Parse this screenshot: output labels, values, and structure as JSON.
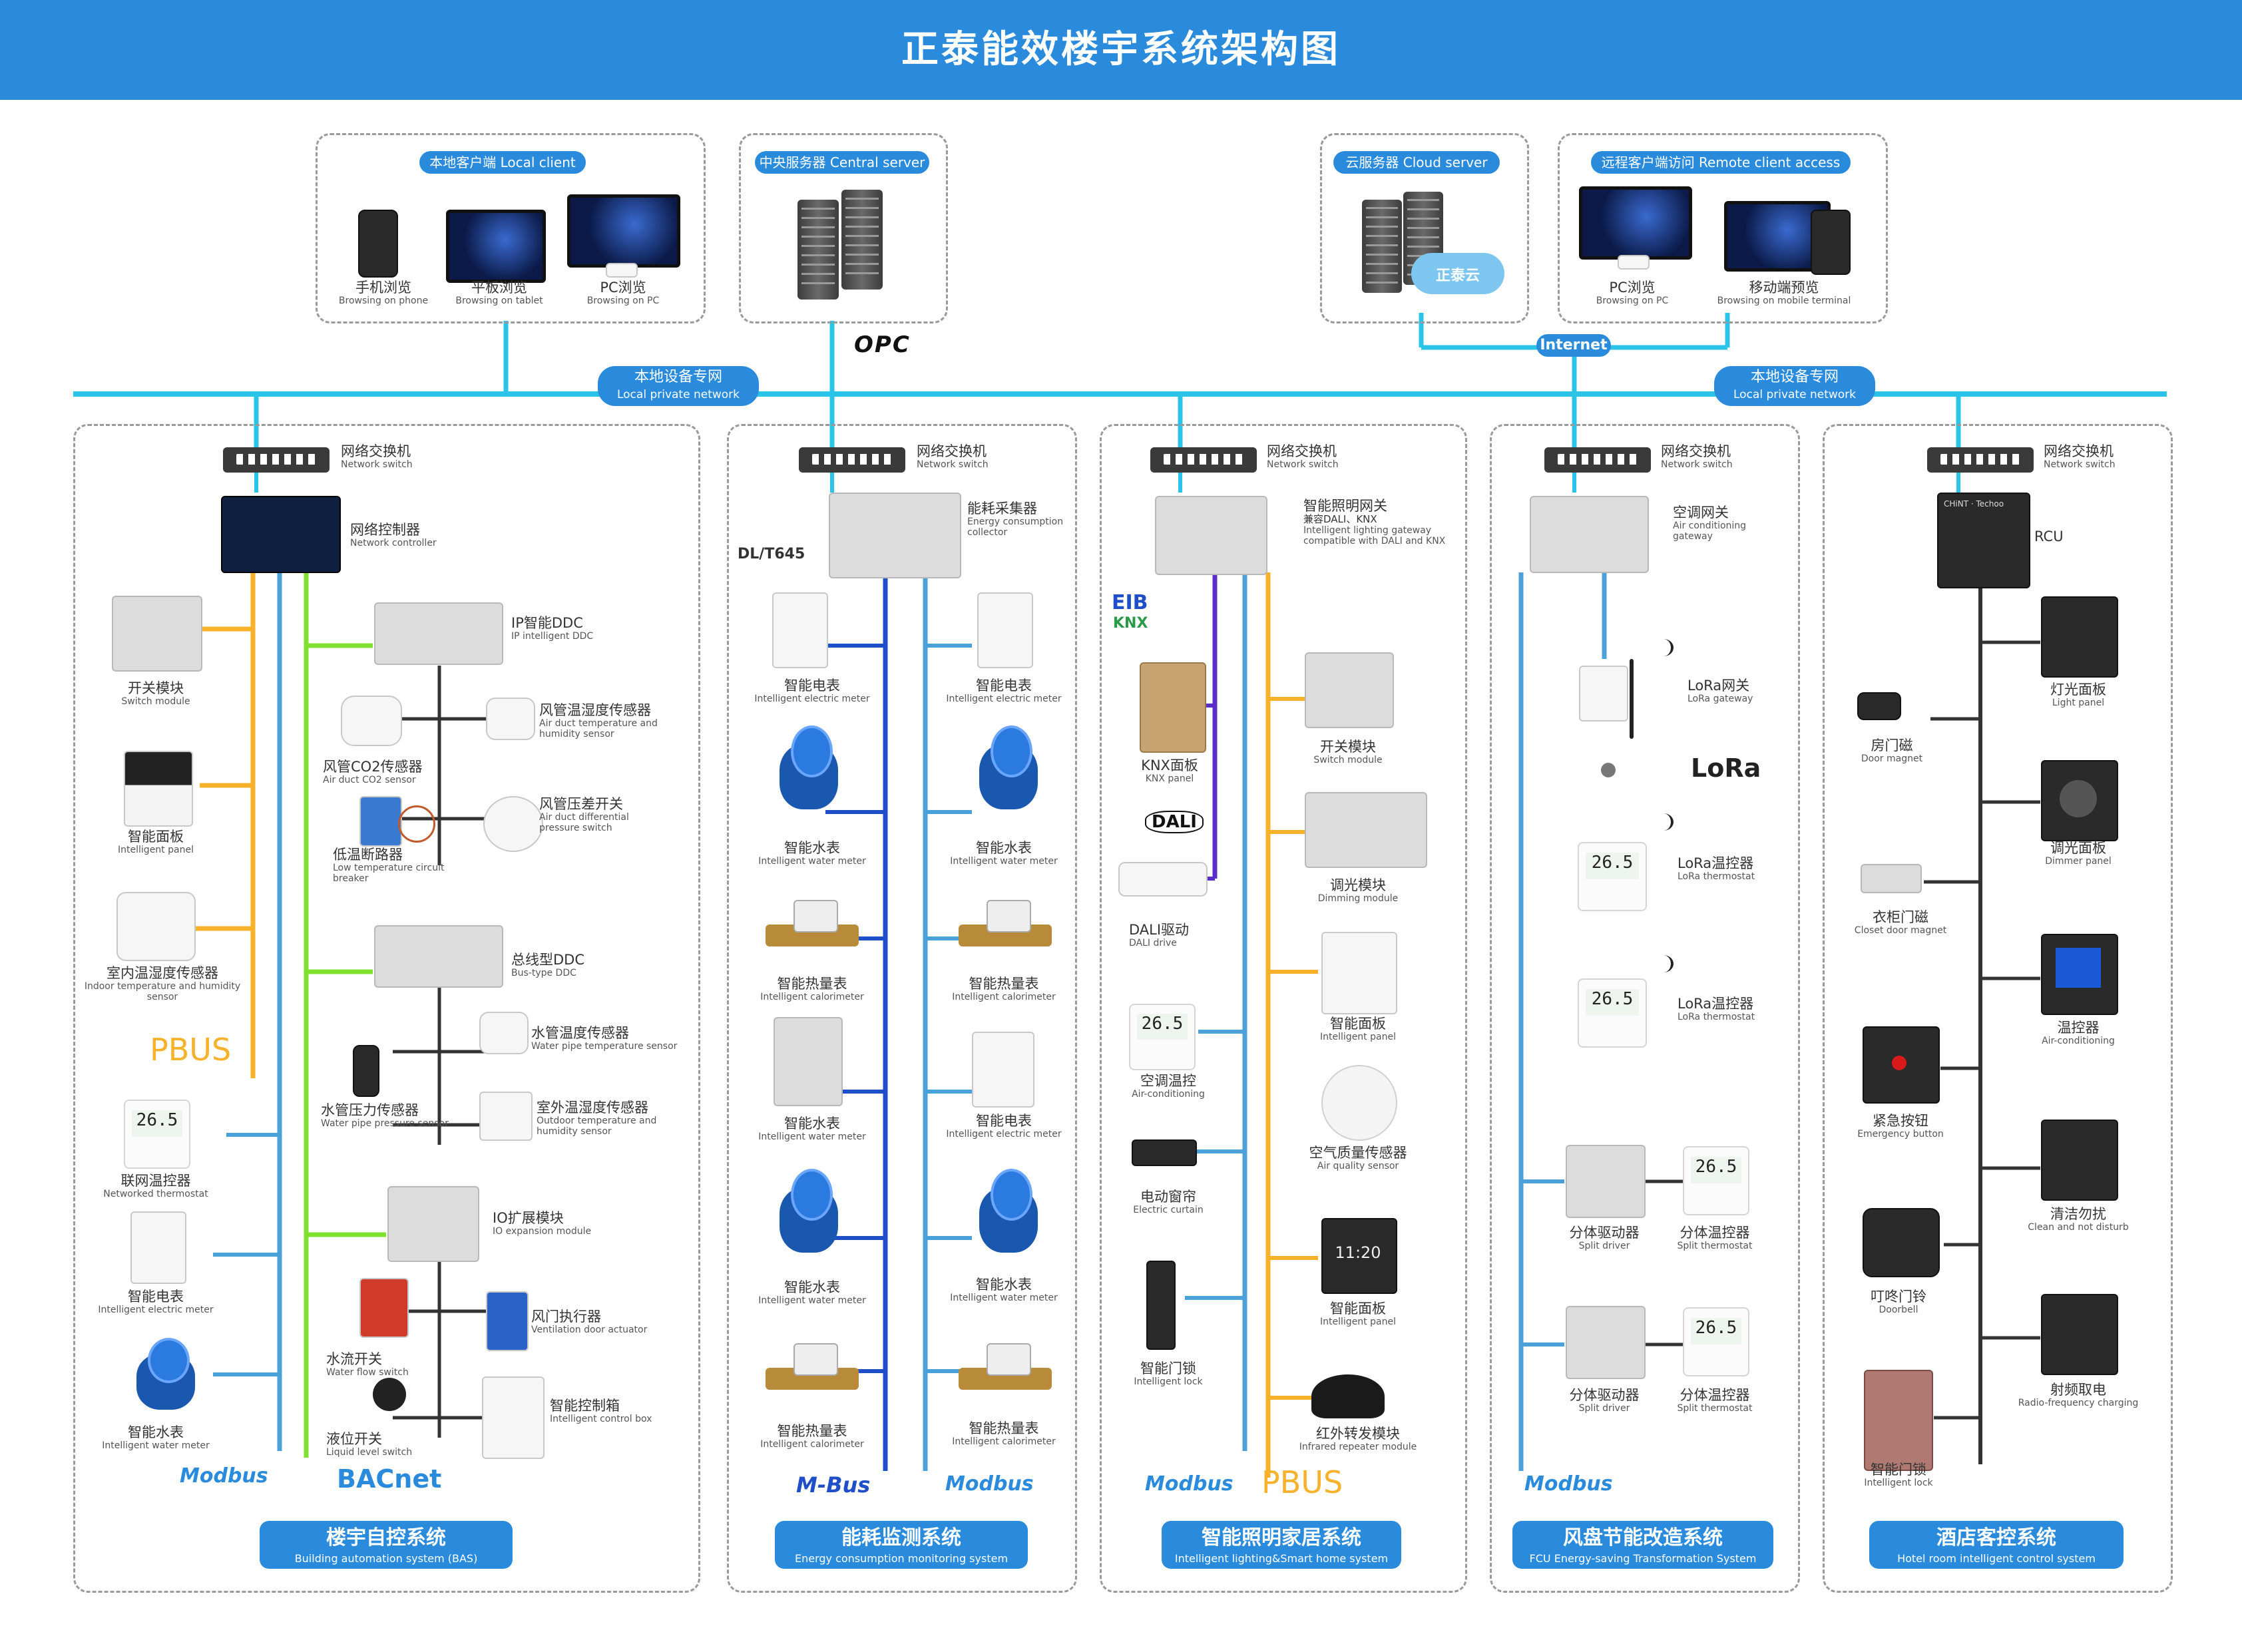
{
  "title": "正泰能效楼宇系统架构图",
  "top": {
    "local_client": {
      "badge": "本地客户端 Local client",
      "items": [
        {
          "cn": "手机浏览",
          "en": "Browsing on phone"
        },
        {
          "cn": "平板浏览",
          "en": "Browsing on tablet"
        },
        {
          "cn": "PC浏览",
          "en": "Browsing on PC"
        }
      ]
    },
    "central_server": {
      "badge": "中央服务器 Central server"
    },
    "opc": "OPC",
    "cloud_server": {
      "badge": "云服务器 Cloud server",
      "cloud": "正泰云"
    },
    "remote_client": {
      "badge": "远程客户端访问 Remote client access",
      "items": [
        {
          "cn": "PC浏览",
          "en": "Browsing on PC"
        },
        {
          "cn": "移动端预览",
          "en": "Browsing on mobile terminal"
        }
      ]
    },
    "internet": "Internet",
    "private_net_1": {
      "cn": "本地设备专网",
      "en": "Local private network"
    },
    "private_net_2": {
      "cn": "本地设备专网",
      "en": "Local private network"
    }
  },
  "switch_label": {
    "cn": "网络交换机",
    "en": "Network switch"
  },
  "bas": {
    "footer": {
      "cn": "楼宇自控系统",
      "en": "Building automation system (BAS)"
    },
    "controller": {
      "cn": "网络控制器",
      "en": "Network controller"
    },
    "switch_module": {
      "cn": "开关模块",
      "en": "Switch module"
    },
    "intelligent_panel": {
      "cn": "智能面板",
      "en": "Intelligent panel"
    },
    "indoor_sensor": {
      "cn": "室内温湿度传感器",
      "en": "Indoor temperature and humidity sensor"
    },
    "pbus": "PBUS",
    "networked_thermostat": {
      "cn": "联网温控器",
      "en": "Networked thermostat"
    },
    "electric_meter": {
      "cn": "智能电表",
      "en": "Intelligent electric meter"
    },
    "water_meter": {
      "cn": "智能水表",
      "en": "Intelligent water meter"
    },
    "modbus": "Modbus",
    "bacnet": "BACnet",
    "ip_ddc": {
      "cn": "IP智能DDC",
      "en": "IP intelligent DDC"
    },
    "duct_th": {
      "cn": "风管温湿度传感器",
      "en": "Air duct temperature and humidity sensor"
    },
    "duct_co2": {
      "cn": "风管CO2传感器",
      "en": "Air duct CO2 sensor"
    },
    "duct_dp": {
      "cn": "风管压差开关",
      "en": "Air duct differential pressure switch"
    },
    "low_temp_breaker": {
      "cn": "低温断路器",
      "en": "Low temperature circuit breaker"
    },
    "bus_ddc": {
      "cn": "总线型DDC",
      "en": "Bus-type DDC"
    },
    "pipe_temp": {
      "cn": "水管温度传感器",
      "en": "Water pipe temperature sensor"
    },
    "pipe_pressure": {
      "cn": "水管压力传感器",
      "en": "Water pipe pressure sensor"
    },
    "outdoor_th": {
      "cn": "室外温湿度传感器",
      "en": "Outdoor temperature and humidity sensor"
    },
    "io_module": {
      "cn": "IO扩展模块",
      "en": "IO expansion module"
    },
    "vent_actuator": {
      "cn": "风门执行器",
      "en": "Ventilation door actuator"
    },
    "water_flow": {
      "cn": "水流开关",
      "en": "Water flow switch"
    },
    "control_box": {
      "cn": "智能控制箱",
      "en": "Intelligent control box"
    },
    "level_switch": {
      "cn": "液位开关",
      "en": "Liquid level switch"
    }
  },
  "ems": {
    "footer": {
      "cn": "能耗监测系统",
      "en": "Energy consumption monitoring system"
    },
    "collector": {
      "cn": "能耗采集器",
      "en": "Energy consumption collector"
    },
    "dlt645": "DL/T645",
    "mbus": "M-Bus",
    "modbus": "Modbus",
    "left": [
      {
        "cn": "智能电表",
        "en": "Intelligent electric meter"
      },
      {
        "cn": "智能水表",
        "en": "Intelligent water meter"
      },
      {
        "cn": "智能热量表",
        "en": "Intelligent calorimeter"
      },
      {
        "cn": "智能水表",
        "en": "Intelligent water meter"
      },
      {
        "cn": "智能水表",
        "en": "Intelligent water meter"
      },
      {
        "cn": "智能热量表",
        "en": "Intelligent calorimeter"
      }
    ],
    "right": [
      {
        "cn": "智能电表",
        "en": "Intelligent electric meter"
      },
      {
        "cn": "智能水表",
        "en": "Intelligent water meter"
      },
      {
        "cn": "智能热量表",
        "en": "Intelligent calorimeter"
      },
      {
        "cn": "智能电表",
        "en": "Intelligent electric meter"
      },
      {
        "cn": "智能水表",
        "en": "Intelligent water meter"
      },
      {
        "cn": "智能热量表",
        "en": "Intelligent calorimeter"
      }
    ]
  },
  "lighting": {
    "footer": {
      "cn": "智能照明家居系统",
      "en": "Intelligent lighting&Smart home system"
    },
    "gateway": {
      "cn": "智能照明网关",
      "cn2": "兼容DALI、KNX",
      "en": "Intelligent lighting gateway compatible with DALI and KNX"
    },
    "eib": "EIB",
    "knx": "KNX",
    "dali": "DALI",
    "knx_panel": {
      "cn": "KNX面板",
      "en": "KNX panel"
    },
    "dali_drive": {
      "cn": "DALI驱动",
      "en": "DALI drive"
    },
    "ac": {
      "cn": "空调温控",
      "en": "Air-conditioning"
    },
    "curtain": {
      "cn": "电动窗帘",
      "en": "Electric curtain"
    },
    "lock": {
      "cn": "智能门锁",
      "en": "Intelligent lock"
    },
    "switch_module": {
      "cn": "开关模块",
      "en": "Switch module"
    },
    "dimming": {
      "cn": "调光模块",
      "en": "Dimming module"
    },
    "panel1": {
      "cn": "智能面板",
      "en": "Intelligent panel"
    },
    "air_quality": {
      "cn": "空气质量传感器",
      "en": "Air quality sensor"
    },
    "panel2": {
      "cn": "智能面板",
      "en": "Intelligent panel"
    },
    "panel2_time": "11:20",
    "ir_module": {
      "cn": "红外转发模块",
      "en": "Infrared repeater module"
    },
    "modbus": "Modbus",
    "pbus": "PBUS"
  },
  "fcu": {
    "footer": {
      "cn": "风盘节能改造系统",
      "en": "FCU Energy-saving Transformation System"
    },
    "gateway": {
      "cn": "空调网关",
      "en": "Air conditioning gateway"
    },
    "lora_gateway": {
      "cn": "LoRa网关",
      "en": "LoRa gateway"
    },
    "lora": "LoRa",
    "lora_thermo1": {
      "cn": "LoRa温控器",
      "en": "LoRa thermostat"
    },
    "lora_thermo2": {
      "cn": "LoRa温控器",
      "en": "LoRa thermostat"
    },
    "split_driver1": {
      "cn": "分体驱动器",
      "en": "Split driver"
    },
    "split_thermo1": {
      "cn": "分体温控器",
      "en": "Split thermostat"
    },
    "split_driver2": {
      "cn": "分体驱动器",
      "en": "Split driver"
    },
    "split_thermo2": {
      "cn": "分体温控器",
      "en": "Split thermostat"
    },
    "thermo_display": "26.5",
    "modbus": "Modbus"
  },
  "hotel": {
    "footer": {
      "cn": "酒店客控系统",
      "en": "Hotel room intelligent control system"
    },
    "rcu": "RCU",
    "rcu_brand": "CHiNT · Techoo",
    "door_magnet": {
      "cn": "房门磁",
      "en": "Door magnet"
    },
    "closet_magnet": {
      "cn": "衣柜门磁",
      "en": "Closet door magnet"
    },
    "emergency": {
      "cn": "紧急按钮",
      "en": "Emergency button"
    },
    "doorbell": {
      "cn": "叮咚门铃",
      "en": "Doorbell"
    },
    "lock": {
      "cn": "智能门锁",
      "en": "Intelligent lock"
    },
    "light_panel": {
      "cn": "灯光面板",
      "en": "Light panel"
    },
    "dimmer": {
      "cn": "调光面板",
      "en": "Dimmer panel"
    },
    "ac": {
      "cn": "温控器",
      "en": "Air-conditioning"
    },
    "clean": {
      "cn": "清洁勿扰",
      "en": "Clean and not disturb"
    },
    "rf": {
      "cn": "射频取电",
      "en": "Radio-frequency charging"
    }
  },
  "colors": {
    "blue": "#2a8bdc",
    "cyan": "#29c4e8",
    "orange": "#f7b12a",
    "green": "#7fe030",
    "purple": "#5a2fc8",
    "darkblue": "#1e4fc8",
    "lightblue": "#4aa0d8",
    "gray_line": "#333333"
  }
}
